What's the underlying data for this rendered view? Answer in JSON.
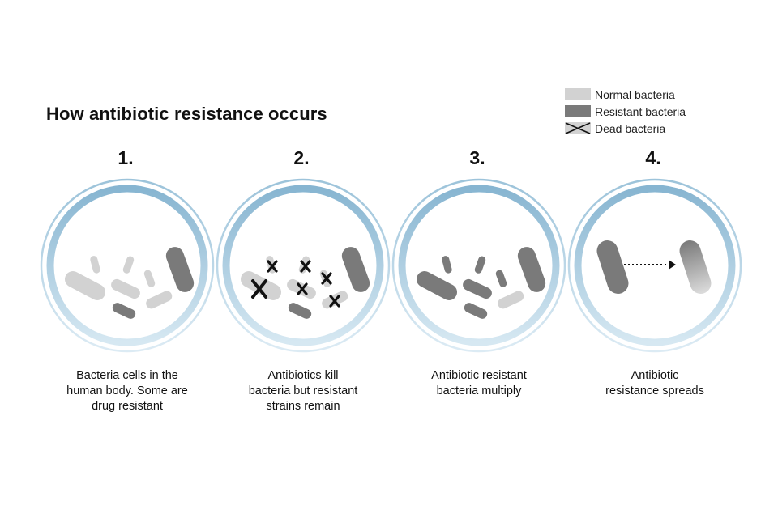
{
  "title": "How antibiotic resistance occurs",
  "legend": [
    {
      "label": "Normal bacteria",
      "icon": "normal-bacteria-swatch"
    },
    {
      "label": "Resistant bacteria",
      "icon": "resistant-bacteria-swatch"
    },
    {
      "label": "Dead bacteria",
      "icon": "dead-bacteria-swatch"
    }
  ],
  "colors": {
    "normal": "#d2d2d2",
    "resistant": "#7a7a7a",
    "ring_outer": "#8ab7d2",
    "ring_inner": "#cfe3ef",
    "text": "#111111"
  },
  "steps": [
    {
      "number": "1.",
      "caption": [
        "Bacteria cells in the",
        "human body. Some are",
        "drug resistant"
      ]
    },
    {
      "number": "2.",
      "caption": [
        "Antibiotics kill",
        "bacteria but resistant",
        "strains remain"
      ]
    },
    {
      "number": "3.",
      "caption": [
        "Antibiotic resistant",
        "bacteria multiply"
      ]
    },
    {
      "number": "4.",
      "caption": [
        "Antibiotic",
        "resistance spreads"
      ]
    }
  ]
}
